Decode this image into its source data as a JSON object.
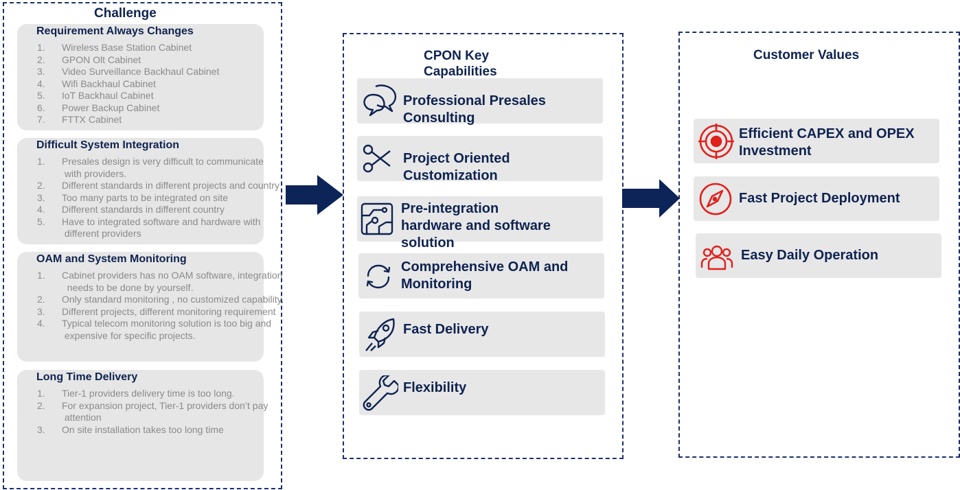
{
  "challenge": {
    "title": "Challenge",
    "cards": [
      {
        "heading": "Requirement Always Changes",
        "items": [
          {
            "num": "1.",
            "text": "Wireless Base Station Cabinet"
          },
          {
            "num": "2.",
            "text": "GPON Olt Cabinet"
          },
          {
            "num": "3.",
            "text": "Video Surveillance Backhaul Cabinet"
          },
          {
            "num": "4.",
            "text": "Wifi Backhaul Cabinet"
          },
          {
            "num": "5.",
            "text": "IoT Backhaul Cabinet"
          },
          {
            "num": "6.",
            "text": "Power Backup Cabinet"
          },
          {
            "num": "7.",
            "text": "FTTX Cabinet"
          }
        ]
      },
      {
        "heading": "Difficult System Integration",
        "items": [
          {
            "num": "1.",
            "text": "Presales design is very difficult to communicate\n with providers."
          },
          {
            "num": "2.",
            "text": "Different standards in different projects and country"
          },
          {
            "num": "3.",
            "text": "Too many parts to be integrated on site"
          },
          {
            "num": "4.",
            "text": "Different standards in different country"
          },
          {
            "num": "5.",
            "text": "Have to integrated software and hardware with\n different providers"
          }
        ]
      },
      {
        "heading": "OAM and System Monitoring",
        "items": [
          {
            "num": "1.",
            "text": "Cabinet providers has no OAM software, integration\n  needs to be done by yourself."
          },
          {
            "num": "2.",
            "text": "Only standard monitoring , no customized capability."
          },
          {
            "num": "3.",
            "text": "Different projects, different monitoring requirement"
          },
          {
            "num": "4.",
            "text": "Typical telecom monitoring solution is too big and\n expensive for specific projects."
          }
        ]
      },
      {
        "heading": "Long Time Delivery",
        "items": [
          {
            "num": "1.",
            "text": "Tier-1 providers delivery time is too long."
          },
          {
            "num": "2.",
            "text": "For expansion project, Tier-1 providers don’t pay\n attention"
          },
          {
            "num": "3.",
            "text": "On site installation takes too long time"
          }
        ]
      }
    ]
  },
  "capabilities": {
    "title": "CPON Key\nCapabilities",
    "items": [
      {
        "label": "Professional Presales\nConsulting",
        "icon": "chat-bubbles-icon"
      },
      {
        "label": "Project  Oriented\nCustomization",
        "icon": "scissors-icon"
      },
      {
        "label": "Pre-integration\nhardware and software\nsolution",
        "icon": "circuit-board-icon"
      },
      {
        "label": "Comprehensive OAM and\nMonitoring",
        "icon": "refresh-cycle-icon"
      },
      {
        "label": "Fast Delivery",
        "icon": "rocket-icon"
      },
      {
        "label": "Flexibility",
        "icon": "wrench-icon"
      }
    ]
  },
  "values": {
    "title": "Customer Values",
    "items": [
      {
        "label": "Efficient CAPEX and OPEX\nInvestment",
        "icon": "target-icon"
      },
      {
        "label": "Fast Project Deployment",
        "icon": "compass-icon"
      },
      {
        "label": "Easy Daily Operation",
        "icon": "people-group-icon"
      }
    ]
  },
  "colors": {
    "navy": "#0f2350",
    "card_bg": "#e6e6e6",
    "list_text": "#8a8a8a",
    "accent_red": "#e0201b",
    "arrow": "#0d2459"
  }
}
